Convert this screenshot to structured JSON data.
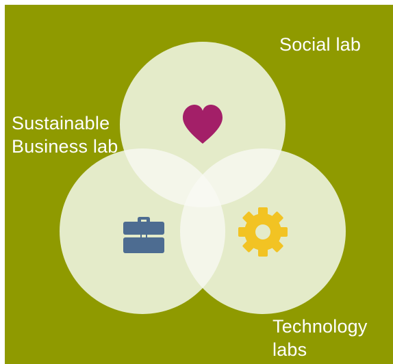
{
  "diagram": {
    "type": "venn",
    "background_color": "#8f9a00",
    "circle_fill": "#e4ebc9",
    "overlap_fill": "#f4f6ea",
    "label_color": "#ffffff",
    "sets": [
      {
        "id": "social",
        "label_lines": [
          "Social lab"
        ],
        "icon": "heart-icon",
        "icon_color": "#a31f68"
      },
      {
        "id": "business",
        "label_lines": [
          "Sustainable",
          "Business lab"
        ],
        "icon": "briefcase-icon",
        "icon_color": "#4d6c91"
      },
      {
        "id": "technology",
        "label_lines": [
          "Technology",
          "labs"
        ],
        "icon": "gear-icon",
        "icon_color": "#f2c323"
      }
    ]
  }
}
